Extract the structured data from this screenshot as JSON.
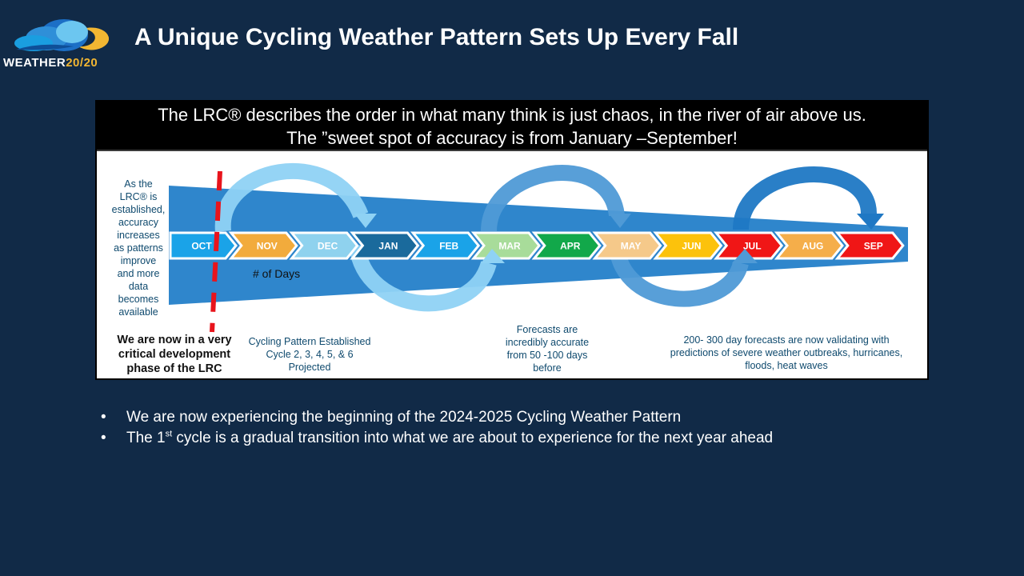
{
  "logo": {
    "word": "WEATHER",
    "number": "20/20"
  },
  "title": "A Unique Cycling Weather Pattern Sets Up Every Fall",
  "panel": {
    "headline_line1": "The LRC® describes the order in what many think is just chaos, in the river of air above us.",
    "headline_line2": "The ”sweet spot of accuracy is from January –September!"
  },
  "months": [
    {
      "label": "OCT",
      "color": "#1aa3e8"
    },
    {
      "label": "NOV",
      "color": "#f2ab3c"
    },
    {
      "label": "DEC",
      "color": "#8fd2ee"
    },
    {
      "label": "JAN",
      "color": "#1a6a9c"
    },
    {
      "label": "FEB",
      "color": "#1aa3e8"
    },
    {
      "label": "MAR",
      "color": "#a8dc9a"
    },
    {
      "label": "APR",
      "color": "#12a84a"
    },
    {
      "label": "MAY",
      "color": "#f5c98a"
    },
    {
      "label": "JUN",
      "color": "#fcc20c"
    },
    {
      "label": "JUL",
      "color": "#f01616"
    },
    {
      "label": "AUG",
      "color": "#f5ae4a"
    },
    {
      "label": "SEP",
      "color": "#f01616"
    }
  ],
  "annotations": {
    "left_side": [
      "As the",
      "LRC® is",
      "established,",
      "accuracy",
      "increases",
      "as patterns",
      "improve",
      "and more",
      "data",
      "becomes",
      "available"
    ],
    "days_label": "# of Days",
    "development": [
      "We are now in a very",
      "critical development",
      "phase of the LRC"
    ],
    "cycling": [
      "Cycling Pattern Established",
      "Cycle 2, 3, 4, 5, & 6",
      "Projected"
    ],
    "forecasts": [
      "Forecasts are",
      "incredibly accurate",
      "from 50 -100 days",
      "before"
    ],
    "validating": [
      "200- 300 day forecasts are now validating with",
      "predictions of severe weather outbreaks, hurricanes,",
      "floods, heat waves"
    ]
  },
  "bullets": {
    "b1": "We are now experiencing the beginning of the 2024-2025 Cycling Weather Pattern",
    "b2_pre": "The 1",
    "b2_sup": "st",
    "b2_post": " cycle is a gradual transition into what we are about to experience for the next year ahead"
  },
  "colors": {
    "background": "#112a47",
    "wedge": "#2f86cc",
    "note_text": "#0f4a6e",
    "dashed_line": "#e8141c",
    "loop_light": "#8fd2f4",
    "loop_mid": "#4f9ad6",
    "loop_dark": "#1f78c4"
  }
}
